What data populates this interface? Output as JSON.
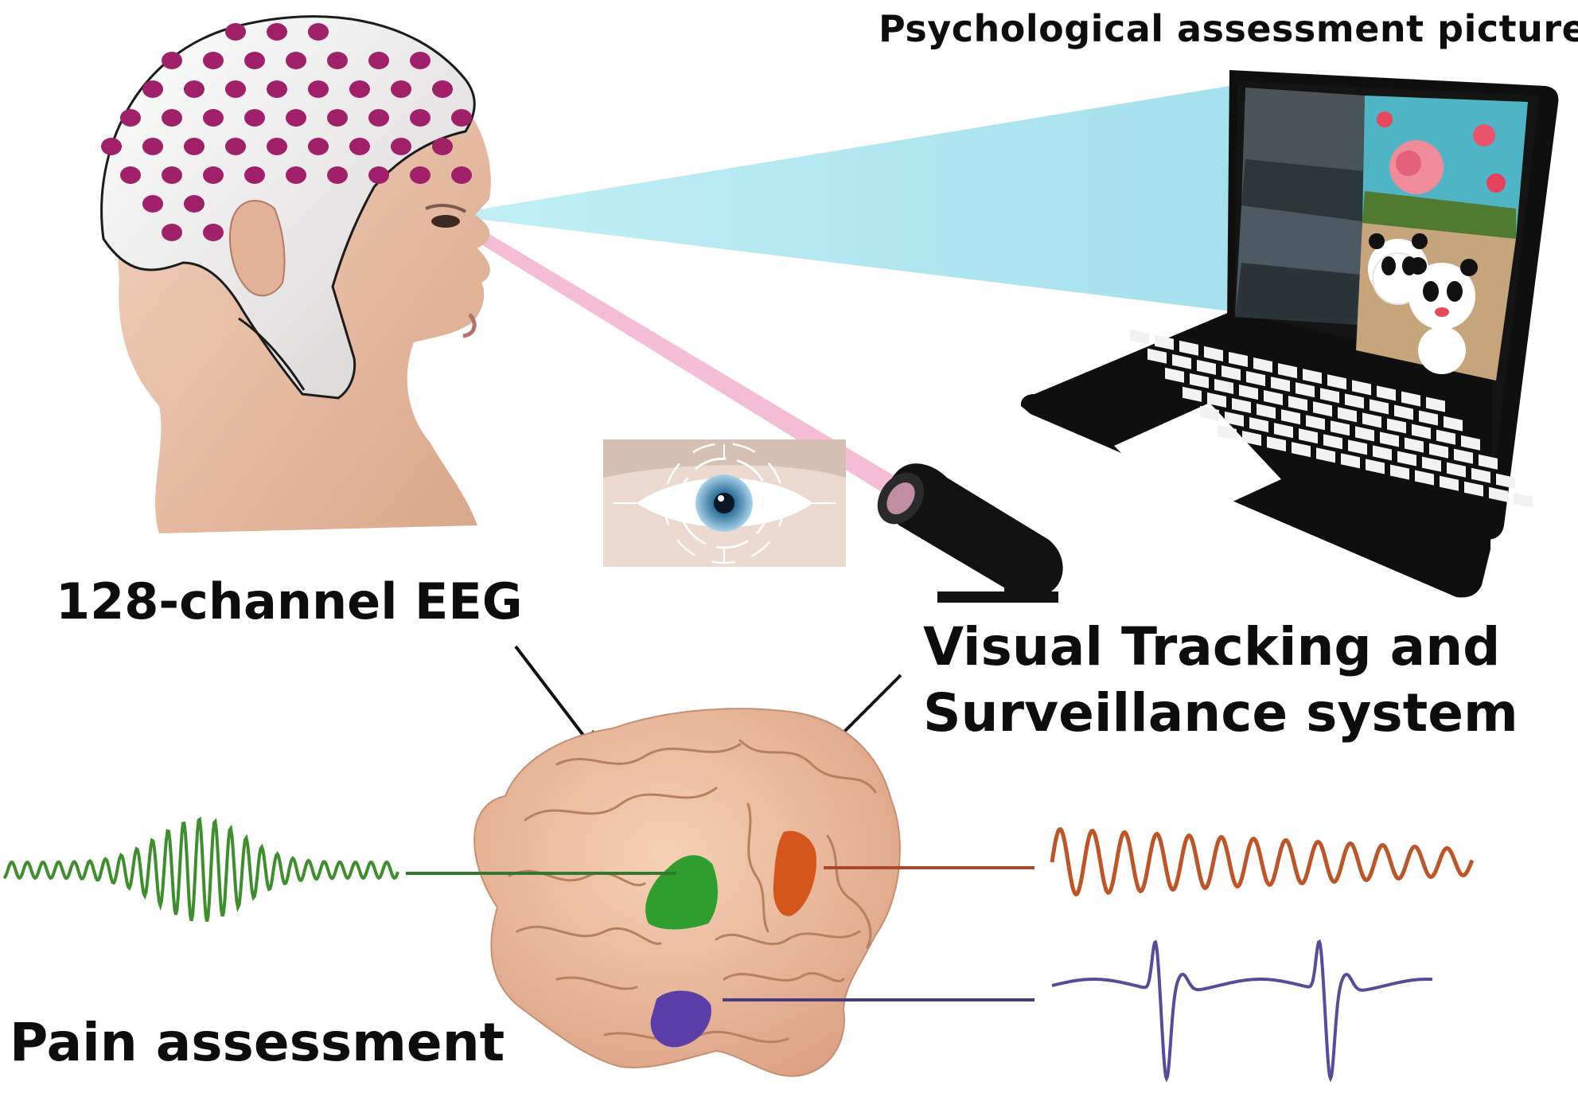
{
  "title": "Psychological assessment pictures",
  "labels": {
    "eeg": "128-channel EEG",
    "visual_tracking_line1": "Visual Tracking and",
    "visual_tracking_line2": "Surveillance system",
    "pain": "Pain assessment"
  },
  "colors": {
    "electrode": "#a0206a",
    "gaze_beam_screen": "#9fe0ec",
    "gaze_beam_camera": "#f2aacb",
    "wave_green": "#3e8e2e",
    "wave_orange": "#bf5426",
    "wave_purple": "#5a4a9c",
    "region_green": "#2f9e2f",
    "region_orange": "#d4561d",
    "region_purple": "#5b3fa8",
    "brain": "#f0c3a5",
    "laptop": "#0f0f0f"
  },
  "icons": [
    "head-eeg-cap-icon",
    "laptop-icon",
    "eye-scan-icon",
    "eye-tracker-camera-icon",
    "brain-icon",
    "arrow-icon",
    "waveform-icon"
  ]
}
